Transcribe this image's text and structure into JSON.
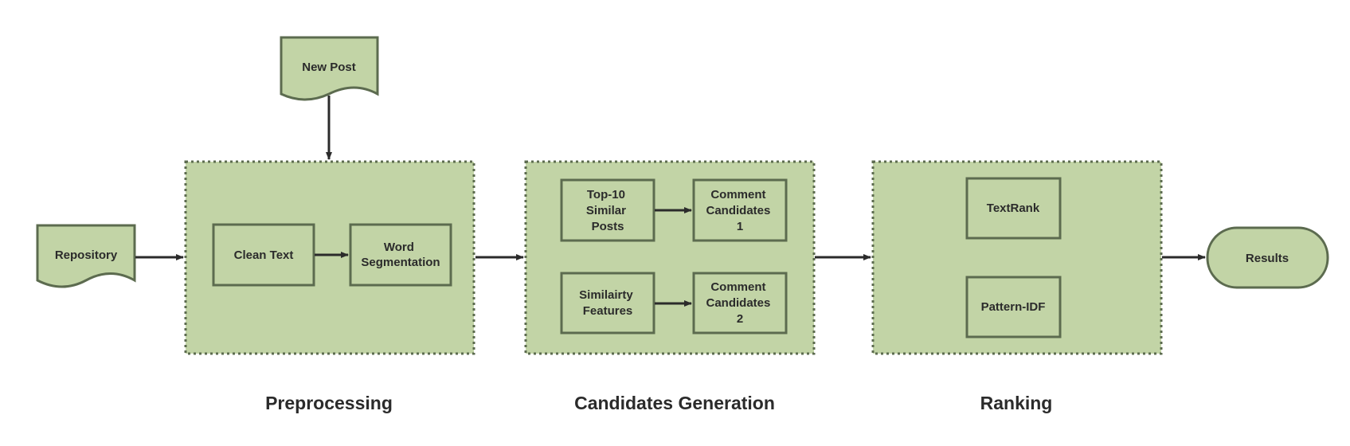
{
  "nodes": {
    "new_post": "New Post",
    "repository": "Repository",
    "clean_text": [
      "Clean Text"
    ],
    "word_segmentation": [
      "Word",
      "Segmentation"
    ],
    "top10": [
      "Top-10",
      "Similar",
      "Posts"
    ],
    "comment_candidates_1": [
      "Comment",
      "Candidates",
      "1"
    ],
    "similarity_features": [
      "Similairty",
      "Features"
    ],
    "comment_candidates_2": [
      "Comment",
      "Candidates",
      "2"
    ],
    "textrank": "TextRank",
    "pattern_idf": "Pattern-IDF",
    "results": "Results"
  },
  "stages": {
    "preprocessing": "Preprocessing",
    "candidates_generation": "Candidates Generation",
    "ranking": "Ranking"
  },
  "colors": {
    "fill": "#c2d4a6",
    "stroke": "#5c6b4f",
    "arrow": "#2b2b2b",
    "text": "#2b2b2b"
  }
}
